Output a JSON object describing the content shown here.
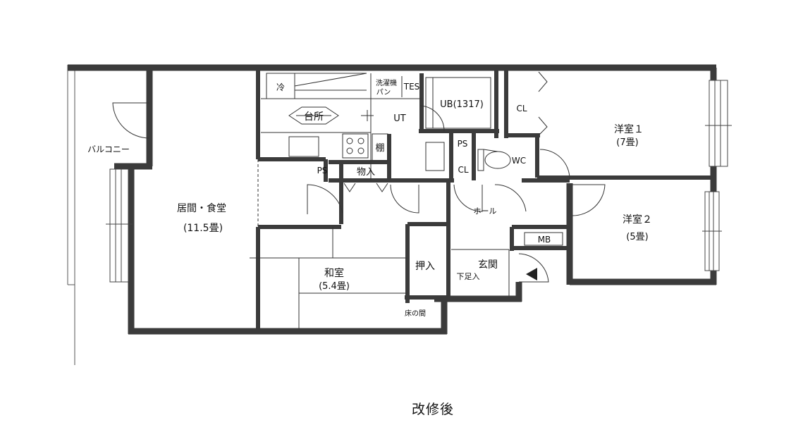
{
  "rooms": {
    "balcony": "バルコニー",
    "living_dining": "居間・食堂",
    "living_dining_size": "(11.5畳)",
    "kitchen": "台所",
    "refrigerator": "冷",
    "washing_machine": "洗濯機",
    "washing_pan": "パン",
    "tes": "TES",
    "ut": "UT",
    "ub": "UB(1317)",
    "shelf": "棚",
    "ps_upper": "PS",
    "ps_lower": "PS",
    "storage": "物入",
    "cl_upper": "CL",
    "cl_lower": "CL",
    "wc": "WC",
    "hall": "ホール",
    "western1": "洋室１",
    "western1_size": "(7畳)",
    "western2": "洋室２",
    "western2_size": "(5畳)",
    "mb": "MB",
    "japanese": "和室",
    "japanese_size": "(5.4畳)",
    "closet": "押入",
    "tokonoma": "床の間",
    "entrance": "玄関",
    "shoe_box": "下足入"
  },
  "caption": "改修後"
}
